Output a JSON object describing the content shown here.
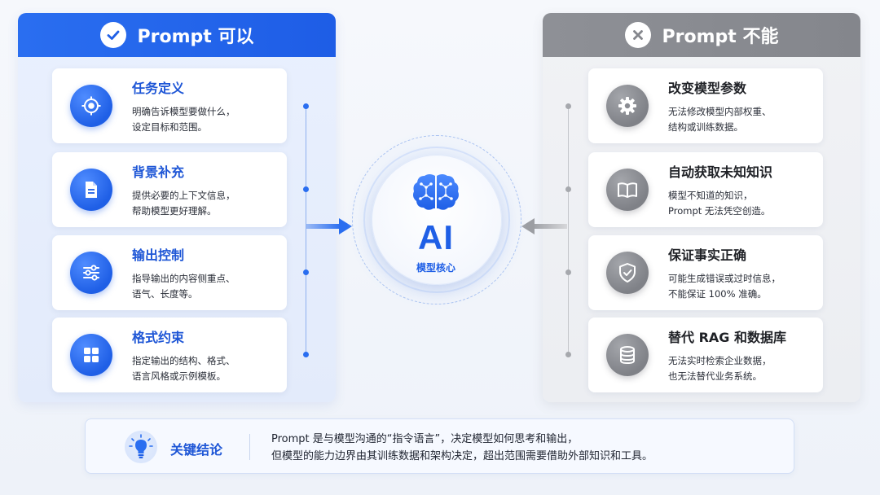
{
  "left_panel": {
    "title": "Prompt 可以",
    "icon": "check-icon",
    "accent": "#1f5fe6",
    "items": [
      {
        "title": "任务定义",
        "desc_lines": [
          "明确告诉模型要做什么，",
          "设定目标和范围。"
        ],
        "icon": "target-icon"
      },
      {
        "title": "背景补充",
        "desc_lines": [
          "提供必要的上下文信息，",
          "帮助模型更好理解。"
        ],
        "icon": "document-icon"
      },
      {
        "title": "输出控制",
        "desc_lines": [
          "指导输出的内容侧重点、",
          "语气、长度等。"
        ],
        "icon": "sliders-icon"
      },
      {
        "title": "格式约束",
        "desc_lines": [
          "指定输出的结构、格式、",
          "语言风格或示例模板。"
        ],
        "icon": "grid-icon"
      }
    ]
  },
  "right_panel": {
    "title": "Prompt 不能",
    "icon": "close-icon",
    "accent": "#85878d",
    "items": [
      {
        "title": "改变模型参数",
        "desc_lines": [
          "无法修改模型内部权重、",
          "结构或训练数据。"
        ],
        "icon": "gear-icon"
      },
      {
        "title": "自动获取未知知识",
        "desc_lines": [
          "模型不知道的知识，",
          "Prompt 无法凭空创造。"
        ],
        "icon": "book-icon"
      },
      {
        "title": "保证事实正确",
        "desc_lines": [
          "可能生成错误或过时信息，",
          "不能保证 100% 准确。"
        ],
        "icon": "shield-check-icon"
      },
      {
        "title": "替代 RAG 和数据库",
        "desc_lines": [
          "无法实时检索企业数据，",
          "也无法替代业务系统。"
        ],
        "icon": "database-icon"
      }
    ]
  },
  "center": {
    "title": "AI",
    "subtitle": "模型核心",
    "icon": "brain-icon"
  },
  "conclusion": {
    "title": "关键结论",
    "icon": "lightbulb-icon",
    "lines": [
      "Prompt 是与模型沟通的“指令语言”，决定模型如何思考和输出，",
      "但模型的能力边界由其训练数据和架构决定，超出范围需要借助外部知识和工具。"
    ]
  }
}
